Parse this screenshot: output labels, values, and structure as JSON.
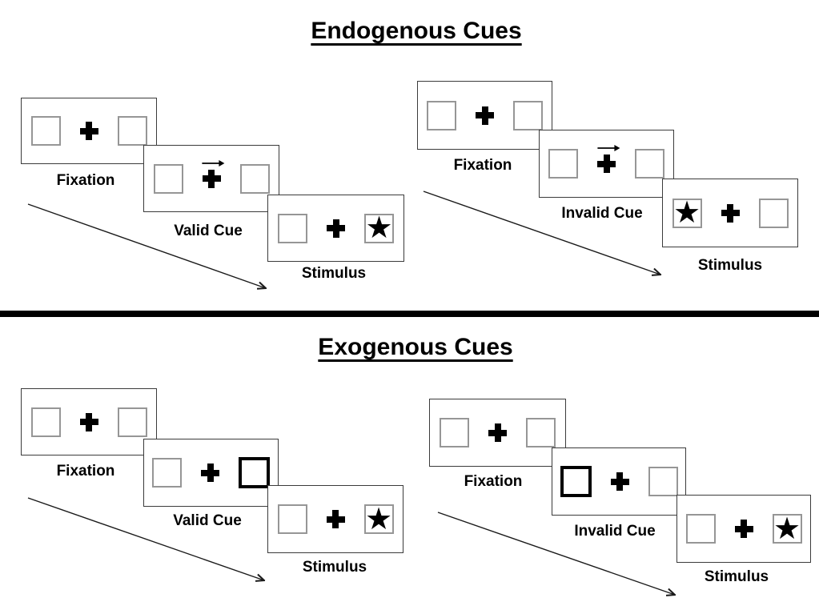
{
  "diagram": {
    "kind": "posner-spatial-cueing-task",
    "icons": {
      "star": "★",
      "plus": "fixation-cross",
      "cue_arrow": "right-arrow"
    },
    "colors": {
      "background": "#ffffff",
      "panel_border": "#3b3b3b",
      "square_border": "#969696",
      "ink": "#000000"
    },
    "sections": [
      {
        "title": "Endogenous Cues",
        "sequences": [
          {
            "name": "valid",
            "cue_type": "central-arrow",
            "cue_direction": "right",
            "stimulus_side": "right",
            "panels": [
              {
                "label": "Fixation"
              },
              {
                "label": "Valid Cue"
              },
              {
                "label": "Stimulus"
              }
            ]
          },
          {
            "name": "invalid",
            "cue_type": "central-arrow",
            "cue_direction": "right",
            "stimulus_side": "left",
            "panels": [
              {
                "label": "Fixation"
              },
              {
                "label": "Invalid Cue"
              },
              {
                "label": "Stimulus"
              }
            ]
          }
        ]
      },
      {
        "title": "Exogenous Cues",
        "sequences": [
          {
            "name": "valid",
            "cue_type": "peripheral-box-highlight",
            "cue_side": "right",
            "stimulus_side": "right",
            "panels": [
              {
                "label": "Fixation"
              },
              {
                "label": "Valid Cue"
              },
              {
                "label": "Stimulus"
              }
            ]
          },
          {
            "name": "invalid",
            "cue_type": "peripheral-box-highlight",
            "cue_side": "left",
            "stimulus_side": "right",
            "panels": [
              {
                "label": "Fixation"
              },
              {
                "label": "Invalid Cue"
              },
              {
                "label": "Stimulus"
              }
            ]
          }
        ]
      }
    ]
  }
}
